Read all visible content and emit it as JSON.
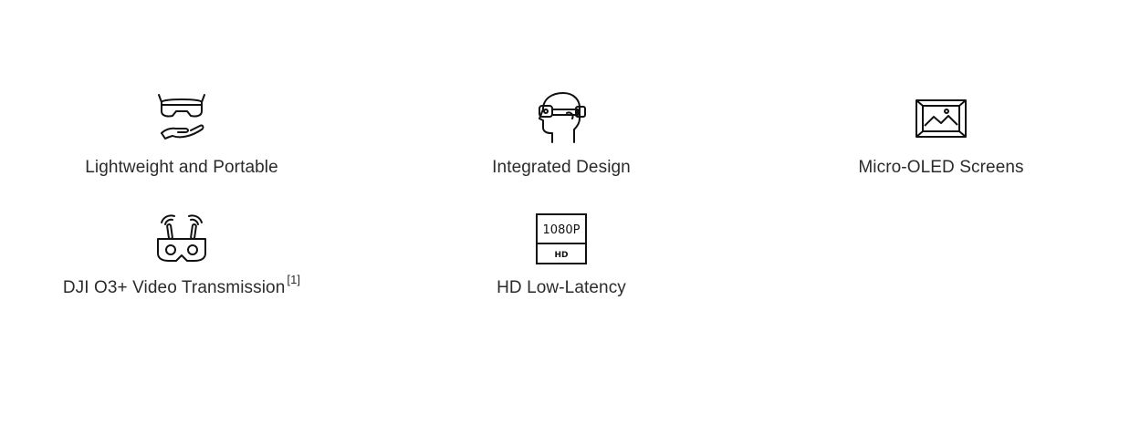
{
  "features": [
    {
      "icon": "goggles-hand-icon",
      "label": "Lightweight and Portable"
    },
    {
      "icon": "head-goggles-icon",
      "label": "Integrated Design"
    },
    {
      "icon": "screen-image-icon",
      "label": "Micro-OLED Screens"
    },
    {
      "icon": "goggles-antenna-icon",
      "label": "DJI O3+ Video Transmission",
      "footnote": "[1]"
    },
    {
      "icon": "hd-badge-icon",
      "label": "HD Low-Latency",
      "badge_top": "1080P",
      "badge_bottom": "HD"
    }
  ]
}
